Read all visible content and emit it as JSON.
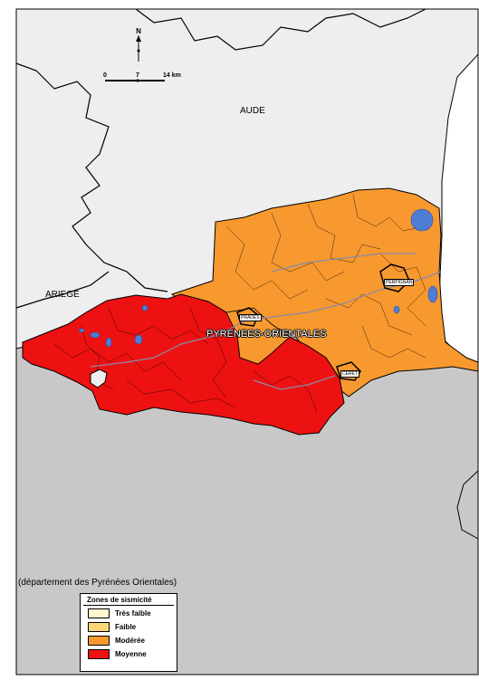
{
  "map": {
    "regions": {
      "aude": "AUDE",
      "ariege": "ARIEGE",
      "pyrenees_orientales": "PYRENEES-ORIENTALES"
    },
    "towns": {
      "perpignan": "PERPIGNAN",
      "prades": "PRADES",
      "ceret": "CERET"
    },
    "caption": "(département des Pyrénées Orientales)",
    "scale": {
      "north": "N",
      "ticks": [
        "0",
        "7",
        "14 km"
      ]
    }
  },
  "legend": {
    "title": "Zones de sismicité",
    "items": [
      {
        "label": "Très faible",
        "color": "#fff7d0"
      },
      {
        "label": "Faible",
        "color": "#fbd77a"
      },
      {
        "label": "Modérée",
        "color": "#f7992f"
      },
      {
        "label": "Moyenne",
        "color": "#ee1111"
      }
    ]
  },
  "colors": {
    "land": "#eeeeee",
    "spain": "#c8c8c8",
    "moderate": "#f7992f",
    "medium": "#ee1111",
    "lake": "#4f7dd6",
    "border": "#000000"
  }
}
